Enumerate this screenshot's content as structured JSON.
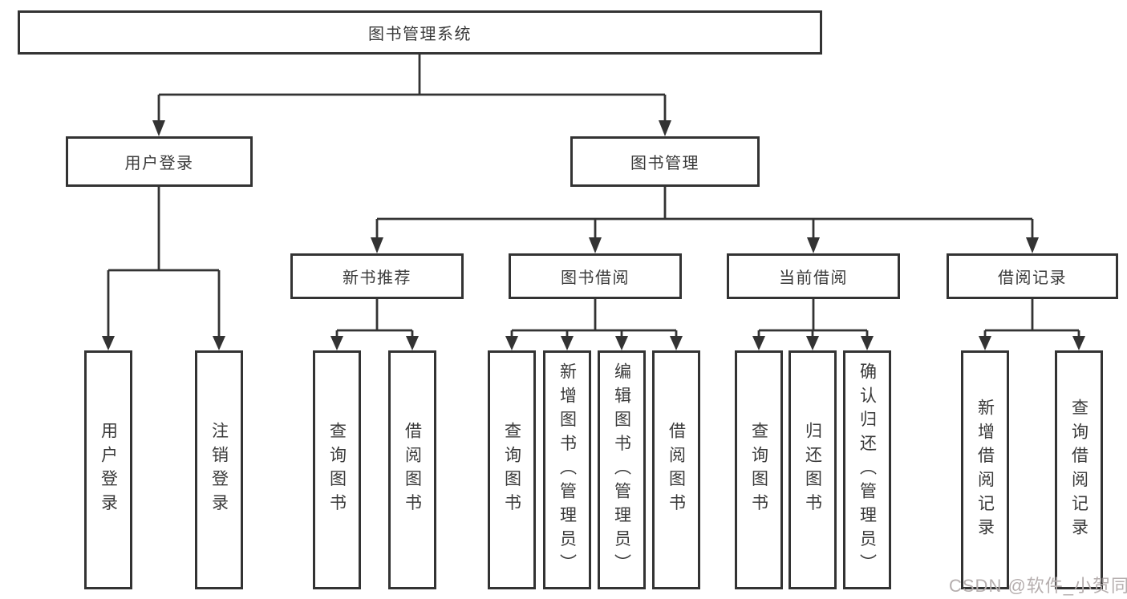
{
  "tree": {
    "label": "图书管理系统",
    "children": [
      {
        "label": "用户登录",
        "children": [
          {
            "label": "用户登录"
          },
          {
            "label": "注销登录"
          }
        ]
      },
      {
        "label": "图书管理",
        "children": [
          {
            "label": "新书推荐",
            "children": [
              {
                "label": "查询图书"
              },
              {
                "label": "借阅图书"
              }
            ]
          },
          {
            "label": "图书借阅",
            "children": [
              {
                "label": "查询图书"
              },
              {
                "label": "新增图书（管理员）"
              },
              {
                "label": "编辑图书（管理员）"
              },
              {
                "label": "借阅图书"
              }
            ]
          },
          {
            "label": "当前借阅",
            "children": [
              {
                "label": "查询图书"
              },
              {
                "label": "归还图书"
              },
              {
                "label": "确认归还（管理员）"
              }
            ]
          },
          {
            "label": "借阅记录",
            "children": [
              {
                "label": "新增借阅记录"
              },
              {
                "label": "查询借阅记录"
              }
            ]
          }
        ]
      }
    ]
  },
  "watermark": {
    "text": "CSDN @软件_小贺同学"
  },
  "colors": {
    "line": "#333333",
    "text": "#3a3a3a",
    "background": "#ffffff",
    "watermark": "#b5aeae"
  }
}
